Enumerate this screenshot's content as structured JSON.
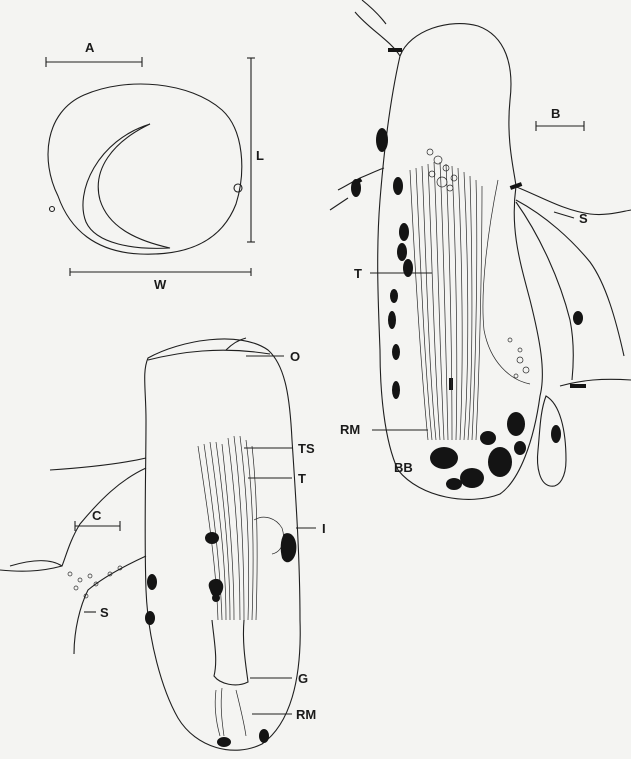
{
  "panels": {
    "a": {
      "letter": "A",
      "length_label": "L",
      "width_label": "W"
    },
    "b": {
      "letter": "B",
      "labels": {
        "t": "T",
        "s": "S",
        "rm": "RM",
        "bb": "BB"
      }
    },
    "c": {
      "letter": "C",
      "labels": {
        "o": "O",
        "ts": "TS",
        "t": "T",
        "i": "I",
        "s": "S",
        "g": "G",
        "rm": "RM"
      }
    }
  },
  "colors": {
    "ink": "#1a1a1a",
    "paper": "#f4f4f2"
  }
}
